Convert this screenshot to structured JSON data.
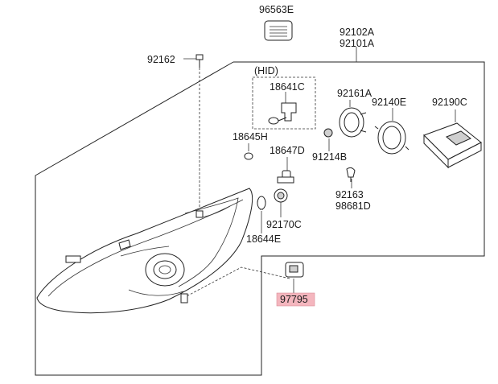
{
  "highlight_color": "#f4b6be",
  "labels": {
    "p96563E": "96563E",
    "p92102A": "92102A",
    "p92101A": "92101A",
    "p92162": "92162",
    "hid": "(HID)",
    "p18641C": "18641C",
    "p92161A": "92161A",
    "p92140E": "92140E",
    "p92190C": "92190C",
    "p18645H": "18645H",
    "p18647D": "18647D",
    "p91214B": "91214B",
    "p92163": "92163",
    "p98681D": "98681D",
    "p92170C": "92170C",
    "p18644E": "18644E",
    "p97795": "97795"
  }
}
